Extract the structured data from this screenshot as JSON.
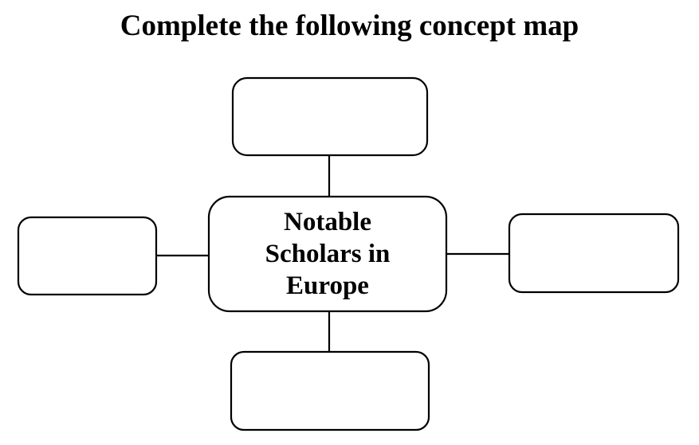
{
  "title": "Complete the following concept map",
  "center_node": {
    "label": "Notable Scholars in Europe"
  },
  "branch_nodes": [
    {
      "position": "top",
      "label": ""
    },
    {
      "position": "left",
      "label": ""
    },
    {
      "position": "right",
      "label": ""
    },
    {
      "position": "bottom",
      "label": ""
    }
  ]
}
